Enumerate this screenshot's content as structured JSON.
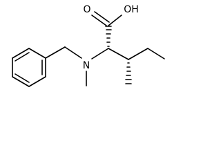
{
  "molecule": {
    "atom_labels": {
      "hydroxyl": "OH",
      "carbonyl_oxygen": "O",
      "nitrogen": "N"
    },
    "colors": {
      "bond": "#000000",
      "background": "#ffffff"
    }
  }
}
